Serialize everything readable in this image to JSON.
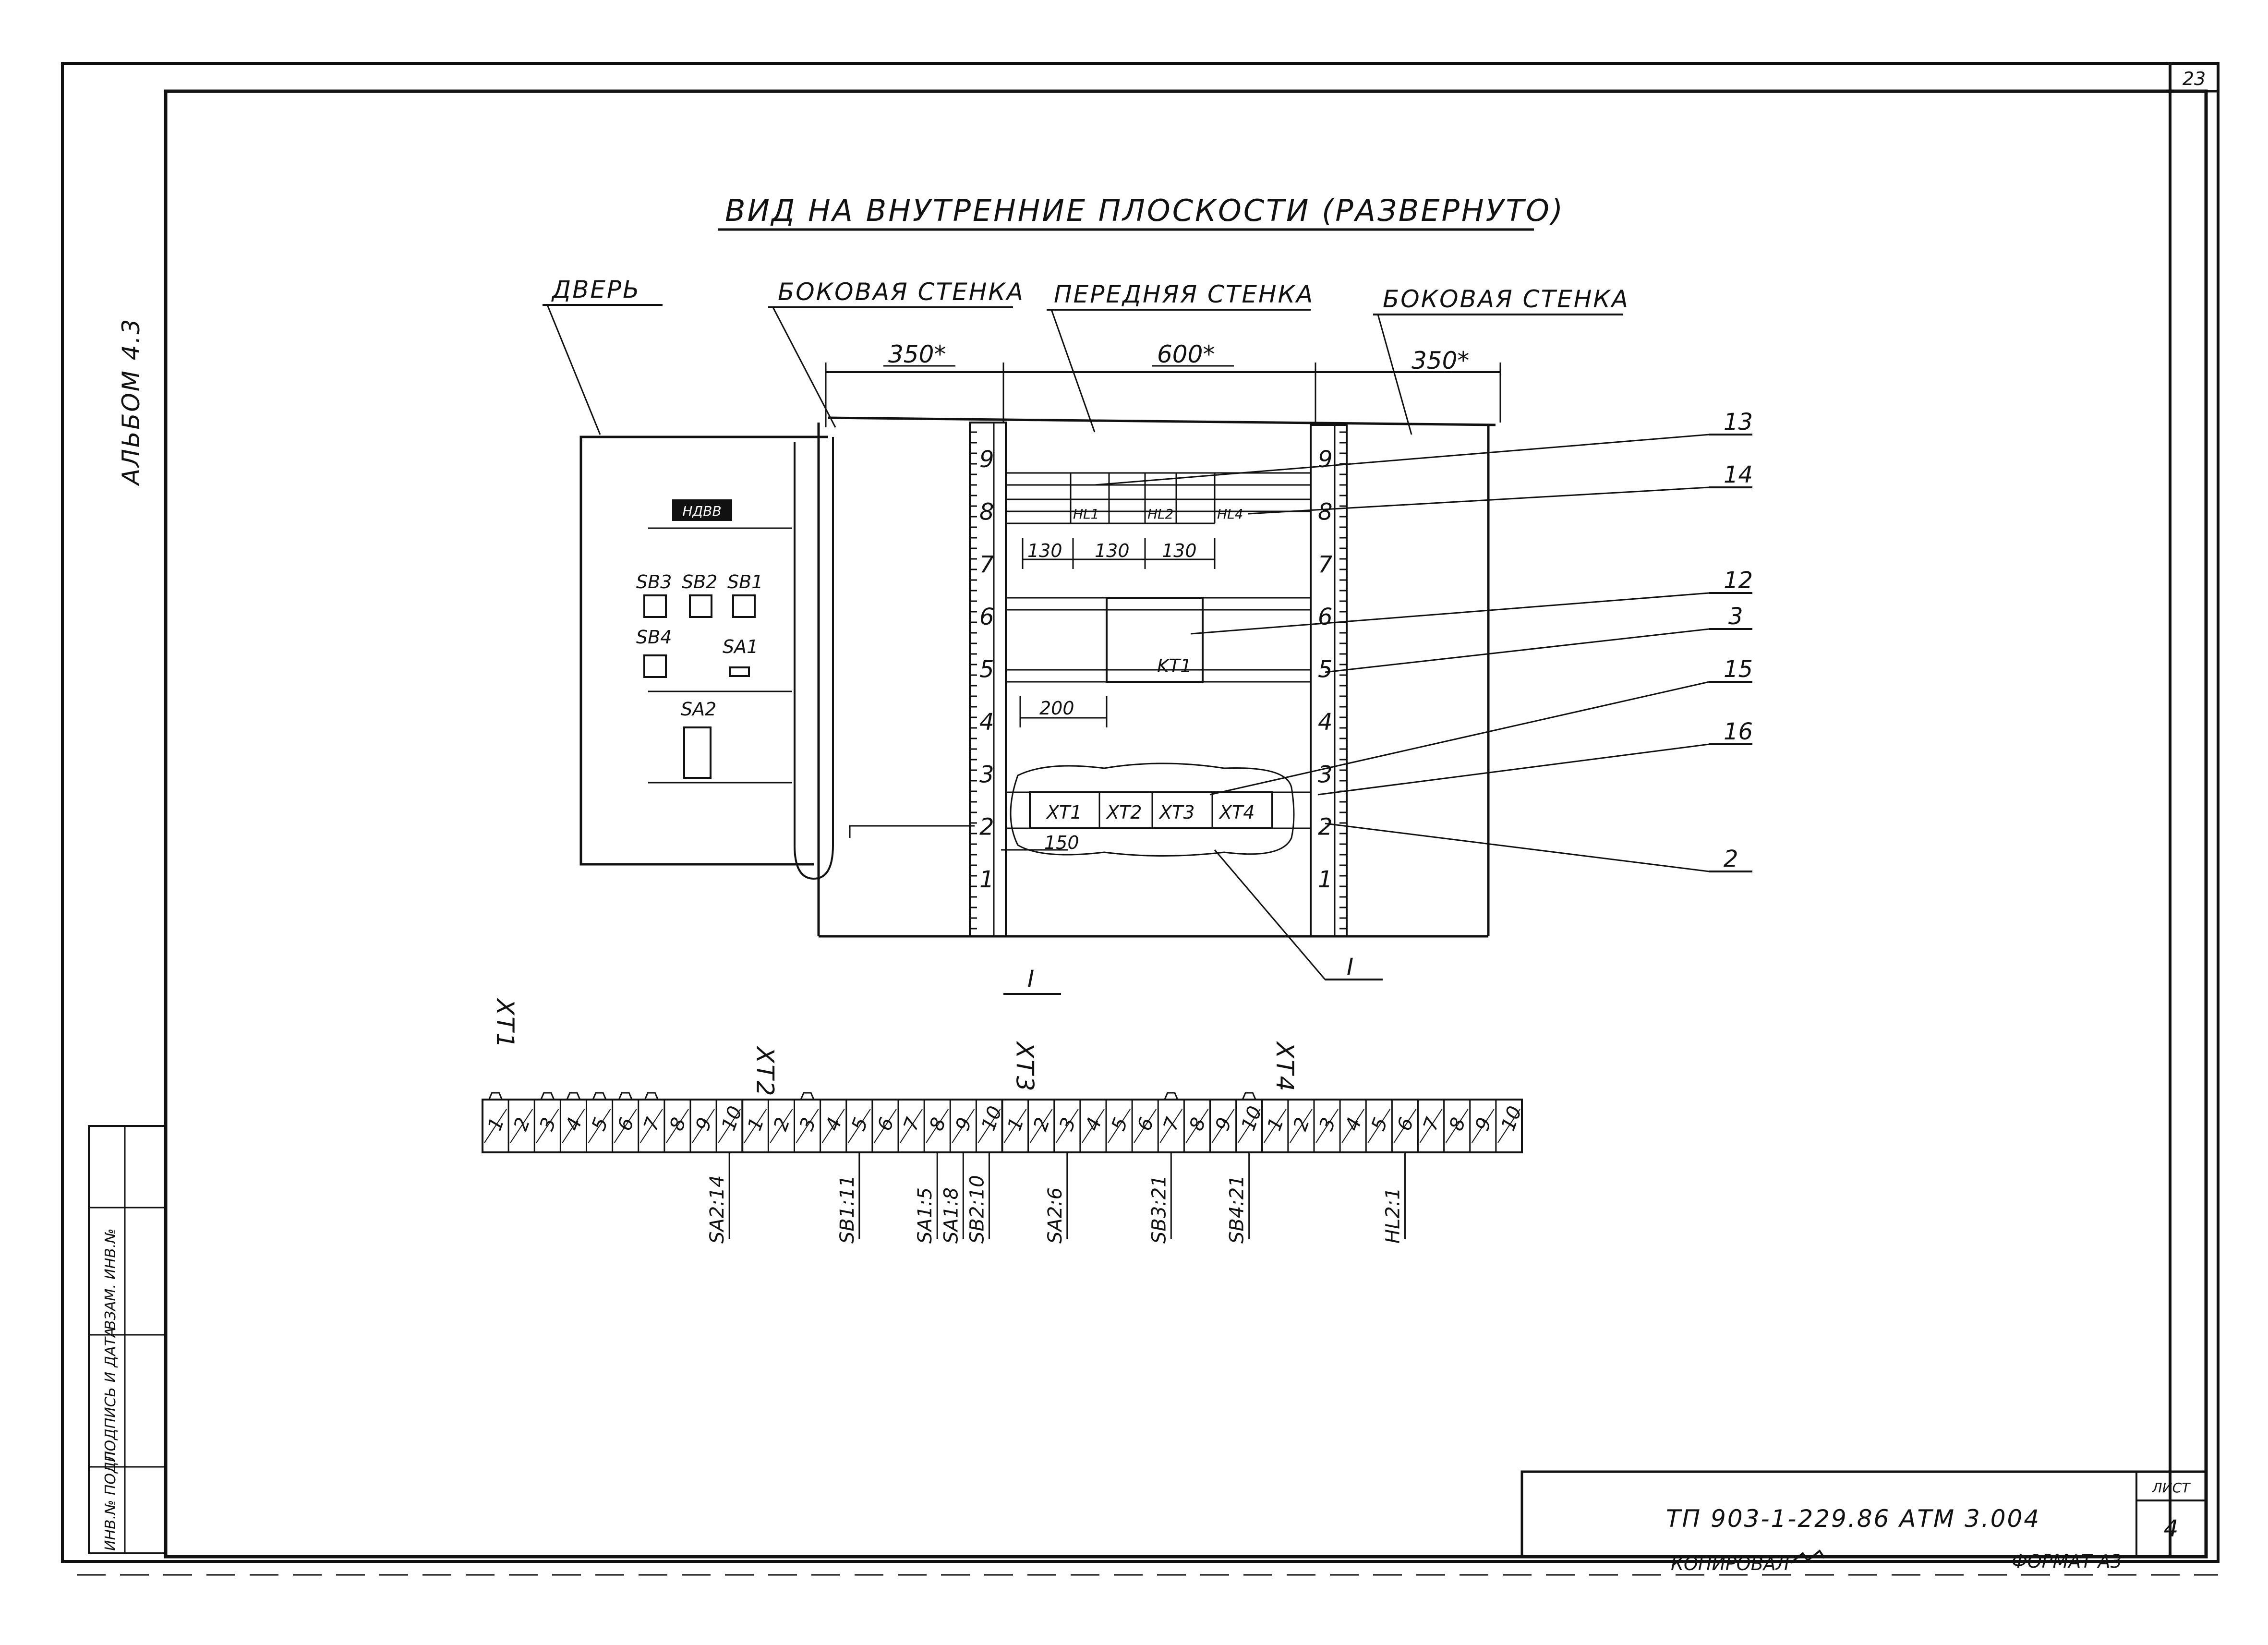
{
  "sheet_number": "23",
  "album": "АЛЬБОМ 4.3",
  "title": "ВИД НА ВНУТРЕННИЕ ПЛОСКОСТИ (РАЗВЕРНУТО)",
  "labels": {
    "door": "ДВЕРЬ",
    "side_wall_left": "БОКОВАЯ СТЕНКА",
    "front_wall": "ПЕРЕДНЯЯ СТЕНКА",
    "side_wall_right": "БОКОВАЯ СТЕНКА"
  },
  "dimensions": {
    "left_width": "350*",
    "front_width": "600*",
    "right_width": "350*",
    "block_w1": "130",
    "block_w2": "130",
    "block_w3": "130",
    "kt_offset": "200",
    "xt_offset": "150"
  },
  "door_panel": {
    "nameplate": "НДВВ",
    "buttons": [
      "SB3",
      "SB2",
      "SB1",
      "SB4",
      "SA1",
      "SA2"
    ]
  },
  "rail_numbers": [
    "1",
    "2",
    "3",
    "4",
    "5",
    "6",
    "7",
    "8",
    "9"
  ],
  "devices": {
    "hl1": "HL1",
    "hl2": "HL2",
    "hl4": "HL4",
    "kt1": "KT1",
    "xt1": "XT1",
    "xt2": "XT2",
    "xt3": "XT3",
    "xt4": "XT4"
  },
  "callouts": [
    "13",
    "14",
    "12",
    "3",
    "15",
    "16",
    "2"
  ],
  "section_mark": "I",
  "section_mark_2": "I",
  "terminal_blocks": [
    {
      "name": "XT1",
      "terminals": [
        "1",
        "2",
        "3",
        "4",
        "5",
        "6",
        "7",
        "8",
        "9",
        "10"
      ]
    },
    {
      "name": "XT2",
      "terminals": [
        "1",
        "2",
        "3",
        "4",
        "5",
        "6",
        "7",
        "8",
        "9",
        "10"
      ]
    },
    {
      "name": "XT3",
      "terminals": [
        "1",
        "2",
        "3",
        "4",
        "5",
        "6",
        "7",
        "8",
        "9",
        "10"
      ]
    },
    {
      "name": "XT4",
      "terminals": [
        "1",
        "2",
        "3",
        "4",
        "5",
        "6",
        "7",
        "8",
        "9",
        "10"
      ]
    }
  ],
  "connections": [
    "SA2:14",
    "SB1:11",
    "SA1:5",
    "SA1:8",
    "SB2:10",
    "SA2:6",
    "SB3:21",
    "SB4:21",
    "HL2:1"
  ],
  "side_stamp": [
    "ИНВ.№ ПОДЛ.",
    "ПОДПИСЬ И ДАТА",
    "ВЗАМ. ИНВ.№"
  ],
  "title_block": {
    "document_code": "ТП 903-1-229.86 АТМ 3.004",
    "sheet_label": "ЛИСТ",
    "sheet_value": "4",
    "copied_by": "КОПИРОВАЛ",
    "format": "ФОРМАТ А3"
  }
}
